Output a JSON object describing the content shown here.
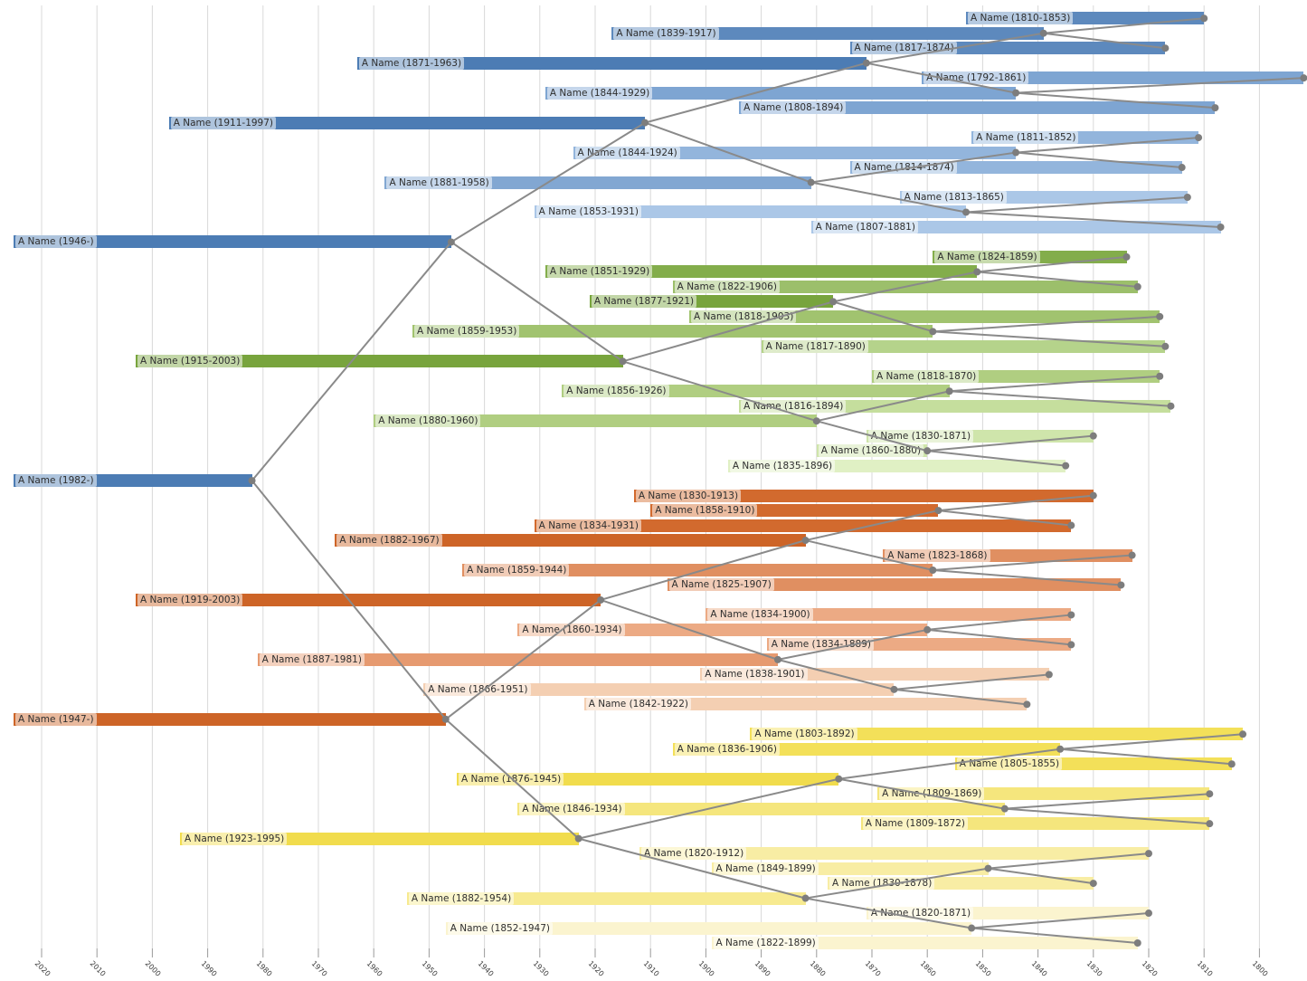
{
  "chart_data": {
    "type": "timeline",
    "subtype": "pedigree-gantt",
    "title": "",
    "x_axis": {
      "reversed": true,
      "tick_years": [
        2020,
        2010,
        2000,
        1990,
        1980,
        1970,
        1960,
        1950,
        1940,
        1930,
        1920,
        1910,
        1900,
        1890,
        1880,
        1870,
        1860,
        1850,
        1840,
        1830,
        1820,
        1810,
        1800
      ],
      "tick_labels": [
        "2020",
        "2010",
        "2000",
        "1990",
        "1980",
        "1970",
        "1960",
        "1950",
        "1940",
        "1930",
        "1920",
        "1910",
        "1900",
        "1890",
        "1880",
        "1870",
        "1860",
        "1850",
        "1840",
        "1830",
        "1820",
        "1810",
        "1800"
      ]
    },
    "grid_color": "#d8d8d8",
    "tick_stub_color": "#9a9a9a",
    "line_color": "#8a8a8a",
    "dot_color": "#7d7d7d",
    "label_text_color": "#2e2e2e",
    "people": [
      {
        "row": 1,
        "label": "A Name (1810-1853)",
        "birth": 1810,
        "death": 1853,
        "color": "#5d89bd"
      },
      {
        "row": 2,
        "label": "A Name (1839-1917)",
        "birth": 1839,
        "death": 1917,
        "color": "#5d89bd"
      },
      {
        "row": 3,
        "label": "A Name (1817-1874)",
        "birth": 1817,
        "death": 1874,
        "color": "#5d89bd"
      },
      {
        "row": 4,
        "label": "A Name (1871-1963)",
        "birth": 1871,
        "death": 1963,
        "color": "#4c7cb4"
      },
      {
        "row": 5,
        "label": "A Name (1792-1861)",
        "birth": 1792,
        "death": 1861,
        "color": "#7ea5d2"
      },
      {
        "row": 6,
        "label": "A Name (1844-1929)",
        "birth": 1844,
        "death": 1929,
        "color": "#7ea5d2"
      },
      {
        "row": 7,
        "label": "A Name (1808-1894)",
        "birth": 1808,
        "death": 1894,
        "color": "#7ea5d2"
      },
      {
        "row": 8,
        "label": "A Name (1911-1997)",
        "birth": 1911,
        "death": 1997,
        "color": "#4c7cb4"
      },
      {
        "row": 9,
        "label": "A Name (1811-1852)",
        "birth": 1811,
        "death": 1852,
        "color": "#93b5dc"
      },
      {
        "row": 10,
        "label": "A Name (1844-1924)",
        "birth": 1844,
        "death": 1924,
        "color": "#93b5dc"
      },
      {
        "row": 11,
        "label": "A Name (1814-1874)",
        "birth": 1814,
        "death": 1874,
        "color": "#93b5dc"
      },
      {
        "row": 12,
        "label": "A Name (1881-1958)",
        "birth": 1881,
        "death": 1958,
        "color": "#82a7d2"
      },
      {
        "row": 13,
        "label": "A Name (1813-1865)",
        "birth": 1813,
        "death": 1865,
        "color": "#abc7e7"
      },
      {
        "row": 14,
        "label": "A Name (1853-1931)",
        "birth": 1853,
        "death": 1931,
        "color": "#abc7e7"
      },
      {
        "row": 15,
        "label": "A Name (1807-1881)",
        "birth": 1807,
        "death": 1881,
        "color": "#abc7e7"
      },
      {
        "row": 16,
        "label": "A Name (1946-)",
        "birth": 1946,
        "death": null,
        "color": "#4c7cb4"
      },
      {
        "row": 17,
        "label": "A Name (1824-1859)",
        "birth": 1824,
        "death": 1859,
        "color": "#83ad4b"
      },
      {
        "row": 18,
        "label": "A Name (1851-1929)",
        "birth": 1851,
        "death": 1929,
        "color": "#83ad4b"
      },
      {
        "row": 19,
        "label": "A Name (1822-1906)",
        "birth": 1822,
        "death": 1906,
        "color": "#9cbf6b"
      },
      {
        "row": 20,
        "label": "A Name (1877-1921)",
        "birth": 1877,
        "death": 1921,
        "color": "#78a43d"
      },
      {
        "row": 21,
        "label": "A Name (1818-1903)",
        "birth": 1818,
        "death": 1903,
        "color": "#a1c36f"
      },
      {
        "row": 22,
        "label": "A Name (1859-1953)",
        "birth": 1859,
        "death": 1953,
        "color": "#a1c36f"
      },
      {
        "row": 23,
        "label": "A Name (1817-1890)",
        "birth": 1817,
        "death": 1890,
        "color": "#b5d38b"
      },
      {
        "row": 24,
        "label": "A Name (1915-2003)",
        "birth": 1915,
        "death": 2003,
        "color": "#78a43d"
      },
      {
        "row": 25,
        "label": "A Name (1818-1870)",
        "birth": 1818,
        "death": 1870,
        "color": "#b0ce81"
      },
      {
        "row": 26,
        "label": "A Name (1856-1926)",
        "birth": 1856,
        "death": 1926,
        "color": "#b0ce81"
      },
      {
        "row": 27,
        "label": "A Name (1816-1894)",
        "birth": 1816,
        "death": 1894,
        "color": "#c5de9d"
      },
      {
        "row": 28,
        "label": "A Name (1880-1960)",
        "birth": 1880,
        "death": 1960,
        "color": "#b0ce81"
      },
      {
        "row": 29,
        "label": "A Name (1830-1871)",
        "birth": 1830,
        "death": 1871,
        "color": "#cfe5ab"
      },
      {
        "row": 30,
        "label": "A Name (1860-1880)",
        "birth": 1860,
        "death": 1880,
        "color": "#cfe5ab"
      },
      {
        "row": 31,
        "label": "A Name (1835-1896)",
        "birth": 1835,
        "death": 1896,
        "color": "#e0f0c4"
      },
      {
        "row": 32,
        "label": "A Name (1982-)",
        "birth": 1982,
        "death": null,
        "color": "#4c7cb4"
      },
      {
        "row": 33,
        "label": "A Name (1830-1913)",
        "birth": 1830,
        "death": 1913,
        "color": "#d26a2e"
      },
      {
        "row": 34,
        "label": "A Name (1858-1910)",
        "birth": 1858,
        "death": 1910,
        "color": "#d26a2e"
      },
      {
        "row": 35,
        "label": "A Name (1834-1931)",
        "birth": 1834,
        "death": 1931,
        "color": "#d26a2e"
      },
      {
        "row": 36,
        "label": "A Name (1882-1967)",
        "birth": 1882,
        "death": 1967,
        "color": "#cd6427"
      },
      {
        "row": 37,
        "label": "A Name (1823-1868)",
        "birth": 1823,
        "death": 1868,
        "color": "#e08f61"
      },
      {
        "row": 38,
        "label": "A Name (1859-1944)",
        "birth": 1859,
        "death": 1944,
        "color": "#e08f61"
      },
      {
        "row": 39,
        "label": "A Name (1825-1907)",
        "birth": 1825,
        "death": 1907,
        "color": "#e08f61"
      },
      {
        "row": 40,
        "label": "A Name (1919-2003)",
        "birth": 1919,
        "death": 2003,
        "color": "#cd6427"
      },
      {
        "row": 41,
        "label": "A Name (1834-1900)",
        "birth": 1834,
        "death": 1900,
        "color": "#ecaa84"
      },
      {
        "row": 42,
        "label": "A Name (1860-1934)",
        "birth": 1860,
        "death": 1934,
        "color": "#ecaa84"
      },
      {
        "row": 43,
        "label": "A Name (1834-1889)",
        "birth": 1834,
        "death": 1889,
        "color": "#ecaa84"
      },
      {
        "row": 44,
        "label": "A Name (1887-1981)",
        "birth": 1887,
        "death": 1981,
        "color": "#e69a70"
      },
      {
        "row": 45,
        "label": "A Name (1838-1901)",
        "birth": 1838,
        "death": 1901,
        "color": "#f4cfb2"
      },
      {
        "row": 46,
        "label": "A Name (1866-1951)",
        "birth": 1866,
        "death": 1951,
        "color": "#f4cfb2"
      },
      {
        "row": 47,
        "label": "A Name (1842-1922)",
        "birth": 1842,
        "death": 1922,
        "color": "#f4cfb2"
      },
      {
        "row": 48,
        "label": "A Name (1947-)",
        "birth": 1947,
        "death": null,
        "color": "#cd6427"
      },
      {
        "row": 49,
        "label": "A Name (1803-1892)",
        "birth": 1803,
        "death": 1892,
        "color": "#f3e059"
      },
      {
        "row": 50,
        "label": "A Name (1836-1906)",
        "birth": 1836,
        "death": 1906,
        "color": "#f3e059"
      },
      {
        "row": 51,
        "label": "A Name (1805-1855)",
        "birth": 1805,
        "death": 1855,
        "color": "#f3e059"
      },
      {
        "row": 52,
        "label": "A Name (1876-1945)",
        "birth": 1876,
        "death": 1945,
        "color": "#f1dc4d"
      },
      {
        "row": 53,
        "label": "A Name (1809-1869)",
        "birth": 1809,
        "death": 1869,
        "color": "#f5e67d"
      },
      {
        "row": 54,
        "label": "A Name (1846-1934)",
        "birth": 1846,
        "death": 1934,
        "color": "#f5e67d"
      },
      {
        "row": 55,
        "label": "A Name (1809-1872)",
        "birth": 1809,
        "death": 1872,
        "color": "#f5e67d"
      },
      {
        "row": 56,
        "label": "A Name (1923-1995)",
        "birth": 1923,
        "death": 1995,
        "color": "#f1dc4d"
      },
      {
        "row": 57,
        "label": "A Name (1820-1912)",
        "birth": 1820,
        "death": 1912,
        "color": "#f8eda4"
      },
      {
        "row": 58,
        "label": "A Name (1849-1899)",
        "birth": 1849,
        "death": 1899,
        "color": "#f8eda4"
      },
      {
        "row": 59,
        "label": "A Name (1830-1878)",
        "birth": 1830,
        "death": 1878,
        "color": "#f8eda4"
      },
      {
        "row": 60,
        "label": "A Name (1882-1954)",
        "birth": 1882,
        "death": 1954,
        "color": "#f7ea90"
      },
      {
        "row": 61,
        "label": "A Name (1820-1871)",
        "birth": 1820,
        "death": 1871,
        "color": "#fbf4cf"
      },
      {
        "row": 62,
        "label": "A Name (1852-1947)",
        "birth": 1852,
        "death": 1947,
        "color": "#fbf4cf"
      },
      {
        "row": 63,
        "label": "A Name (1822-1899)",
        "birth": 1822,
        "death": 1899,
        "color": "#fbf4cf"
      }
    ],
    "edges": [
      {
        "child": 32,
        "parents": [
          16,
          48
        ]
      },
      {
        "child": 16,
        "parents": [
          8,
          24
        ]
      },
      {
        "child": 48,
        "parents": [
          40,
          56
        ]
      },
      {
        "child": 8,
        "parents": [
          4,
          12
        ]
      },
      {
        "child": 24,
        "parents": [
          20,
          28
        ]
      },
      {
        "child": 40,
        "parents": [
          36,
          44
        ]
      },
      {
        "child": 56,
        "parents": [
          52,
          60
        ]
      },
      {
        "child": 4,
        "parents": [
          2,
          6
        ]
      },
      {
        "child": 12,
        "parents": [
          10,
          14
        ]
      },
      {
        "child": 20,
        "parents": [
          18,
          22
        ]
      },
      {
        "child": 28,
        "parents": [
          26,
          30
        ]
      },
      {
        "child": 36,
        "parents": [
          34,
          38
        ]
      },
      {
        "child": 44,
        "parents": [
          42,
          46
        ]
      },
      {
        "child": 52,
        "parents": [
          50,
          54
        ]
      },
      {
        "child": 60,
        "parents": [
          58,
          62
        ]
      },
      {
        "child": 2,
        "parents": [
          1,
          3
        ]
      },
      {
        "child": 6,
        "parents": [
          5,
          7
        ]
      },
      {
        "child": 10,
        "parents": [
          9,
          11
        ]
      },
      {
        "child": 14,
        "parents": [
          13,
          15
        ]
      },
      {
        "child": 18,
        "parents": [
          17,
          19
        ]
      },
      {
        "child": 22,
        "parents": [
          21,
          23
        ]
      },
      {
        "child": 26,
        "parents": [
          25,
          27
        ]
      },
      {
        "child": 30,
        "parents": [
          29,
          31
        ]
      },
      {
        "child": 34,
        "parents": [
          33,
          35
        ]
      },
      {
        "child": 38,
        "parents": [
          37,
          39
        ]
      },
      {
        "child": 42,
        "parents": [
          41,
          43
        ]
      },
      {
        "child": 46,
        "parents": [
          45,
          47
        ]
      },
      {
        "child": 50,
        "parents": [
          49,
          51
        ]
      },
      {
        "child": 54,
        "parents": [
          53,
          55
        ]
      },
      {
        "child": 58,
        "parents": [
          57,
          59
        ]
      },
      {
        "child": 62,
        "parents": [
          61,
          63
        ]
      }
    ]
  }
}
